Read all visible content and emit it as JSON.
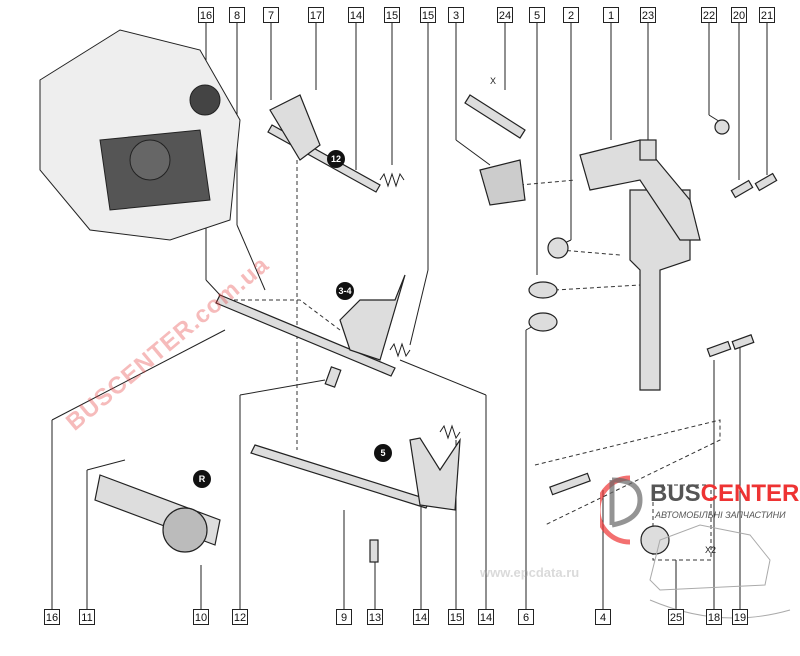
{
  "top_callouts": [
    "16",
    "8",
    "7",
    "17",
    "14",
    "15",
    "15",
    "3",
    "24",
    "5",
    "2",
    "1",
    "23",
    "22",
    "20",
    "21"
  ],
  "bottom_callouts": [
    "16",
    "11",
    "10",
    "12",
    "9",
    "13",
    "14",
    "15",
    "14",
    "6",
    "4",
    "25",
    "18",
    "19"
  ],
  "gear_labels": {
    "g12": "12",
    "g34": "3-4",
    "g5": "5",
    "gR": "R"
  },
  "annotations": {
    "dimension_x": "X",
    "quantity_x2": "X2"
  },
  "watermark": {
    "brand": "BUSCENTER.com.ua",
    "site": "www.epcdata.ru"
  },
  "logo": {
    "bus": "BUS",
    "center": "CENTER",
    "tagline": "АВТОМОБІЛЬНІ ЗАПЧАСТИНИ"
  },
  "colors": {
    "watermark": "#e33c3c",
    "line": "#222222"
  }
}
